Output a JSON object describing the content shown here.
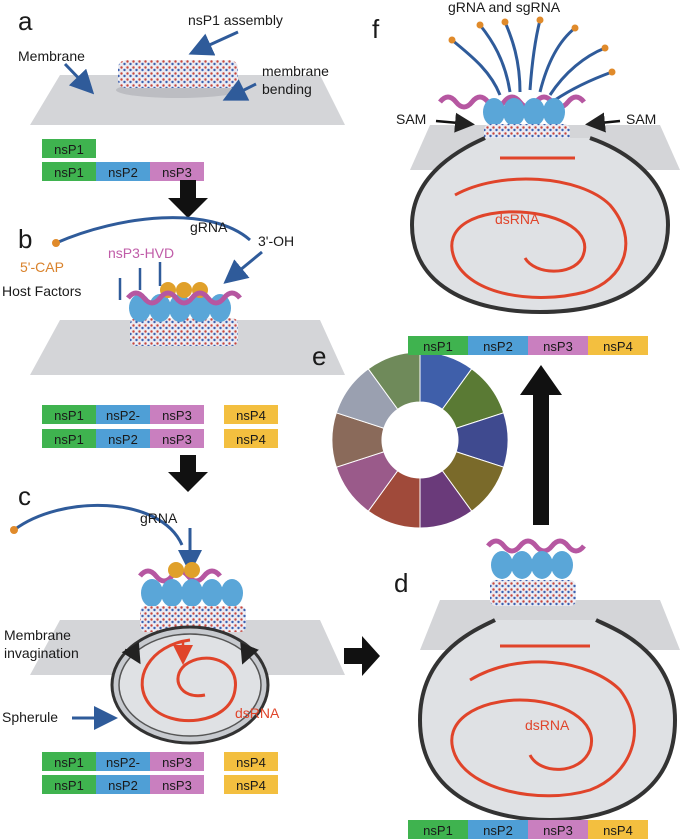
{
  "panels": {
    "a": {
      "letter": "a",
      "labels": {
        "membrane": "Membrane",
        "nsp1_assembly": "nsP1 assembly",
        "membrane_bending_1": "membrane",
        "membrane_bending_2": "bending"
      },
      "rows": [
        [
          {
            "text": "nsP1",
            "color": "#3fb34f"
          }
        ],
        [
          {
            "text": "nsP1",
            "color": "#3fb34f"
          },
          {
            "text": "nsP2",
            "color": "#4f9fd6"
          },
          {
            "text": "nsP3",
            "color": "#c97fbf"
          }
        ]
      ]
    },
    "b": {
      "letter": "b",
      "labels": {
        "grna": "gRNA",
        "cap": "5'-CAP",
        "hvd": "nsP3-HVD",
        "oh": "3'-OH",
        "host": "Host Factors"
      },
      "rows": [
        [
          {
            "text": "nsP1",
            "color": "#3fb34f"
          },
          {
            "text": "nsP2-",
            "color": "#4f9fd6"
          },
          {
            "text": "nsP3",
            "color": "#c97fbf"
          },
          {
            "text": "nsP4",
            "color": "#f3bf3f"
          }
        ],
        [
          {
            "text": "nsP1",
            "color": "#3fb34f"
          },
          {
            "text": "nsP2",
            "color": "#4f9fd6"
          },
          {
            "text": "nsP3",
            "color": "#c97fbf"
          },
          {
            "text": "nsP4",
            "color": "#f3bf3f"
          }
        ]
      ]
    },
    "c": {
      "letter": "c",
      "labels": {
        "grna": "gRNA",
        "invag_1": "Membrane",
        "invag_2": "invagination",
        "spherule": "Spherule",
        "dsrna": "dsRNA"
      },
      "rows": [
        [
          {
            "text": "nsP1",
            "color": "#3fb34f"
          },
          {
            "text": "nsP2-",
            "color": "#4f9fd6"
          },
          {
            "text": "nsP3",
            "color": "#c97fbf"
          },
          {
            "text": "nsP4",
            "color": "#f3bf3f"
          }
        ],
        [
          {
            "text": "nsP1",
            "color": "#3fb34f"
          },
          {
            "text": "nsP2",
            "color": "#4f9fd6"
          },
          {
            "text": "nsP3",
            "color": "#c97fbf"
          },
          {
            "text": "nsP4",
            "color": "#f3bf3f"
          }
        ]
      ]
    },
    "d": {
      "letter": "d",
      "labels": {
        "dsrna": "dsRNA"
      },
      "rows": [
        [
          {
            "text": "nsP1",
            "color": "#3fb34f"
          },
          {
            "text": "nsP2",
            "color": "#4f9fd6"
          },
          {
            "text": "nsP3",
            "color": "#c97fbf"
          },
          {
            "text": "nsP4",
            "color": "#f3bf3f"
          }
        ]
      ]
    },
    "e": {
      "letter": "e",
      "ring_colors": [
        "#3f5faa",
        "#5a7a34",
        "#3f4a8f",
        "#7a6a2a",
        "#6a3a7a",
        "#a04a3a",
        "#9a5a8a",
        "#8a6a5a",
        "#9aa0b0",
        "#6f8a5a"
      ],
      "rows": [
        [
          {
            "text": "nsP1",
            "color": "#3fb34f"
          },
          {
            "text": "nsP2",
            "color": "#4f9fd6"
          },
          {
            "text": "nsP3",
            "color": "#c97fbf"
          },
          {
            "text": "nsP4",
            "color": "#f3bf3f"
          }
        ]
      ]
    },
    "f": {
      "letter": "f",
      "labels": {
        "grna_sgrna": "gRNA and sgRNA",
        "sam_left": "SAM",
        "sam_right": "SAM",
        "dsrna": "dsRNA"
      }
    }
  },
  "colors": {
    "protein_green": "#3fb34f",
    "protein_blue": "#4f9fd6",
    "protein_pink": "#c97fbf",
    "protein_yellow": "#f3bf3f",
    "rna_blue": "#2f5b9a",
    "dsrna_red": "#e0442a",
    "cap_orange": "#e08a2a"
  }
}
